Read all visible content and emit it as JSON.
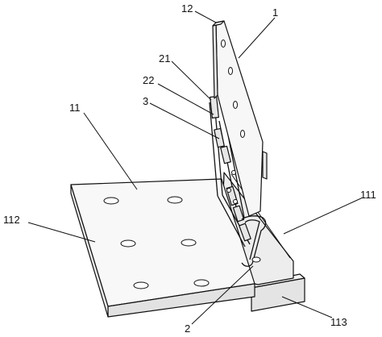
{
  "figure": {
    "labels": {
      "plate_main": "1",
      "plate_top_edge": "12",
      "base_plate": "11",
      "base_face": "112",
      "base_wall": "111",
      "base_flange": "113",
      "hinge_outer": "21",
      "hinge_inner": "22",
      "pin_part": "3",
      "rod_loop": "2"
    },
    "colors": {
      "line": "#111111",
      "face_light": "#f7f7f7",
      "face_mid": "#ececec",
      "face_dark": "#dedede",
      "background": "#ffffff"
    }
  }
}
